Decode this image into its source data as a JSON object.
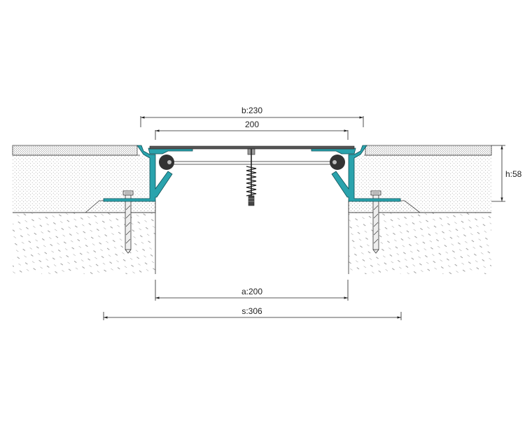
{
  "dimensions": {
    "b": "b:230",
    "inner": "200",
    "a": "a:200",
    "s": "s:306",
    "h": "h:58"
  },
  "colors": {
    "profile": "#2aa3ad",
    "profile_stroke": "#0f4f55",
    "cover_plate": "#555555",
    "seal": "#333333",
    "line": "#222222",
    "screed": "#888888",
    "concrete": "#777777"
  }
}
